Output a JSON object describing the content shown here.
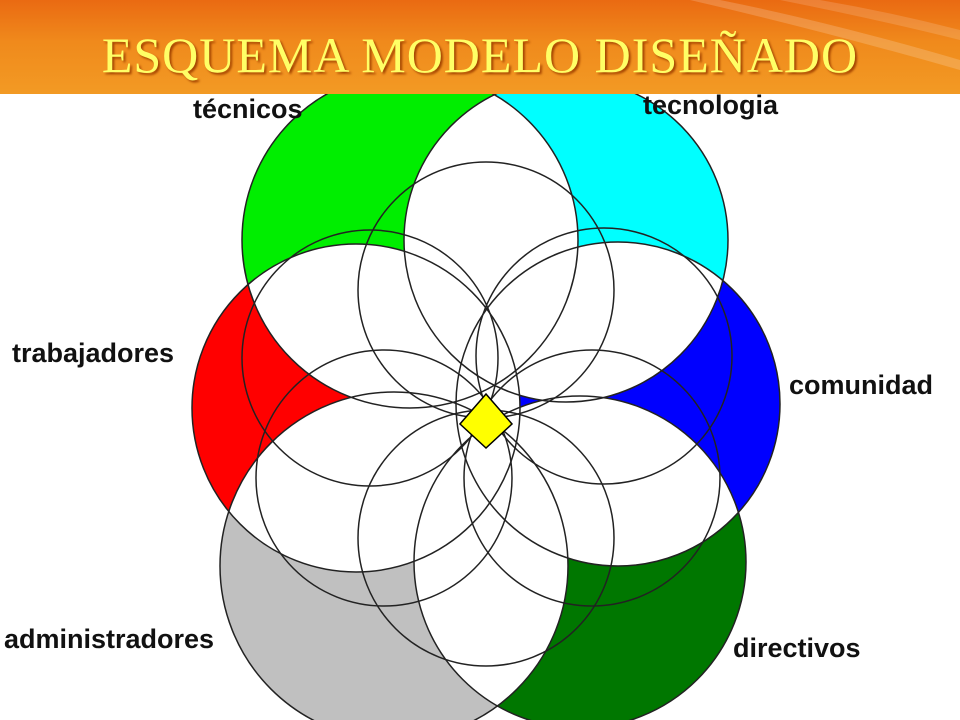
{
  "slide": {
    "title": "ESQUEMA MODELO DISEÑADO"
  },
  "diagram": {
    "labels": {
      "tecnicos": "técnicos",
      "tecnologia": "tecnologia",
      "trabajadores": "trabajadores",
      "comunidad": "comunidad",
      "administradores": "administradores",
      "directivos": "directivos"
    },
    "colors": {
      "tecnicos": "#00ee00",
      "tecnologia": "#00ffff",
      "trabajadores": "#ff0000",
      "comunidad": "#0000ff",
      "administradores": "#c0c0c0",
      "directivos": "#007700",
      "center": "#ffff00",
      "header": "#f08a1c",
      "title": "#ffff66"
    }
  }
}
